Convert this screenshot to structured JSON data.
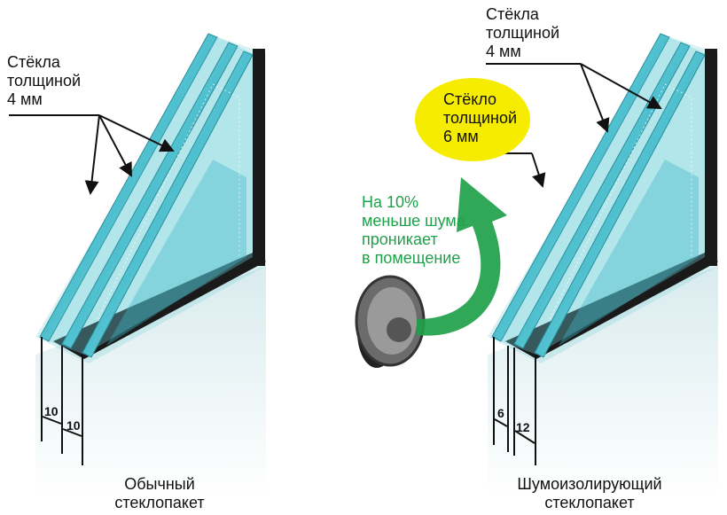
{
  "left_window": {
    "glass_label": [
      "Стёкла",
      "толщиной",
      "4 мм"
    ],
    "dimensions": [
      "10",
      "10"
    ],
    "caption": [
      "Обычный",
      "стеклопакет"
    ]
  },
  "right_window": {
    "glass_label": [
      "Стёкла",
      "толщиной",
      "4 мм"
    ],
    "thick_glass_label": [
      "Стёкло",
      "толщиной",
      "6 мм"
    ],
    "dimensions": [
      "6",
      "12"
    ],
    "caption": [
      "Шумоизолирующий",
      "стеклопакет"
    ]
  },
  "noise_note": [
    "На 10%",
    "меньше шума",
    "проникает",
    "в помещение"
  ],
  "colors": {
    "glass": "#5cc9d6",
    "note_green": "#1fa04a",
    "ellipse": "#f5ec00",
    "frame": "#1a1a1a"
  }
}
